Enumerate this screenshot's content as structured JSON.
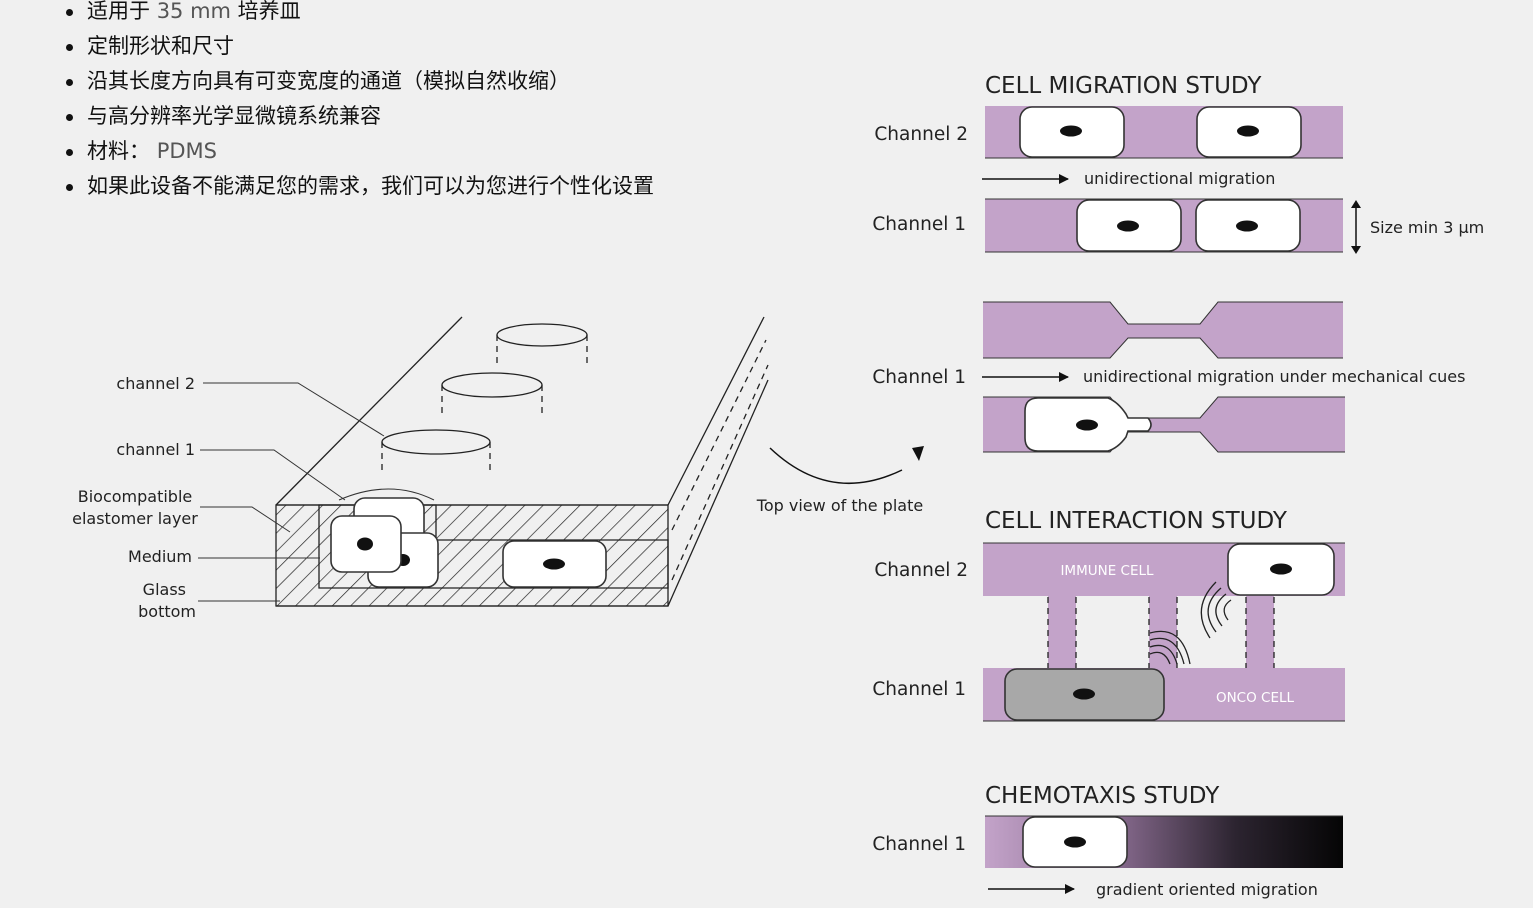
{
  "bullets": [
    {
      "pre": "适用于 ",
      "hi": "35 mm",
      "post": " 培养皿"
    },
    {
      "pre": "定制形状和尺寸",
      "hi": "",
      "post": ""
    },
    {
      "pre": "沿其长度方向具有可变宽度的通道（模拟自然收缩）",
      "hi": "",
      "post": ""
    },
    {
      "pre": "与高分辨率光学显微镜系统兼容",
      "hi": "",
      "post": ""
    },
    {
      "pre": "材料： ",
      "hi": "PDMS",
      "post": ""
    },
    {
      "pre": "如果此设备不能满足您的需求，我们可以为您进行个性化设置",
      "hi": "",
      "post": ""
    }
  ],
  "plate": {
    "channel2": "channel 2",
    "channel1": "channel 1",
    "biocompatible_1": "Biocompatible",
    "biocompatible_2": "elastomer layer",
    "medium": "Medium",
    "glass_1": "Glass",
    "glass_2": "bottom",
    "top_view": "Top view of the plate"
  },
  "migration": {
    "title": "CELL MIGRATION STUDY",
    "channel2": "Channel 2",
    "channel1": "Channel 1",
    "arrow_label": "unidirectional migration",
    "size_label": "Size min 3 µm"
  },
  "mechanical": {
    "channel1": "Channel 1",
    "arrow_label": "unidirectional migration under mechanical cues"
  },
  "interaction": {
    "title": "CELL INTERACTION STUDY",
    "channel2": "Channel 2",
    "channel1": "Channel 1",
    "immune": "IMMUNE CELL",
    "onco": "ONCO CELL"
  },
  "chemotaxis": {
    "title": "CHEMOTAXIS STUDY",
    "channel1": "Channel 1",
    "arrow_label": "gradient oriented migration"
  },
  "colors": {
    "channel_purple": "#c3a3c9",
    "onco_grey": "#a8a8a8",
    "background": "#f0f0f0"
  }
}
